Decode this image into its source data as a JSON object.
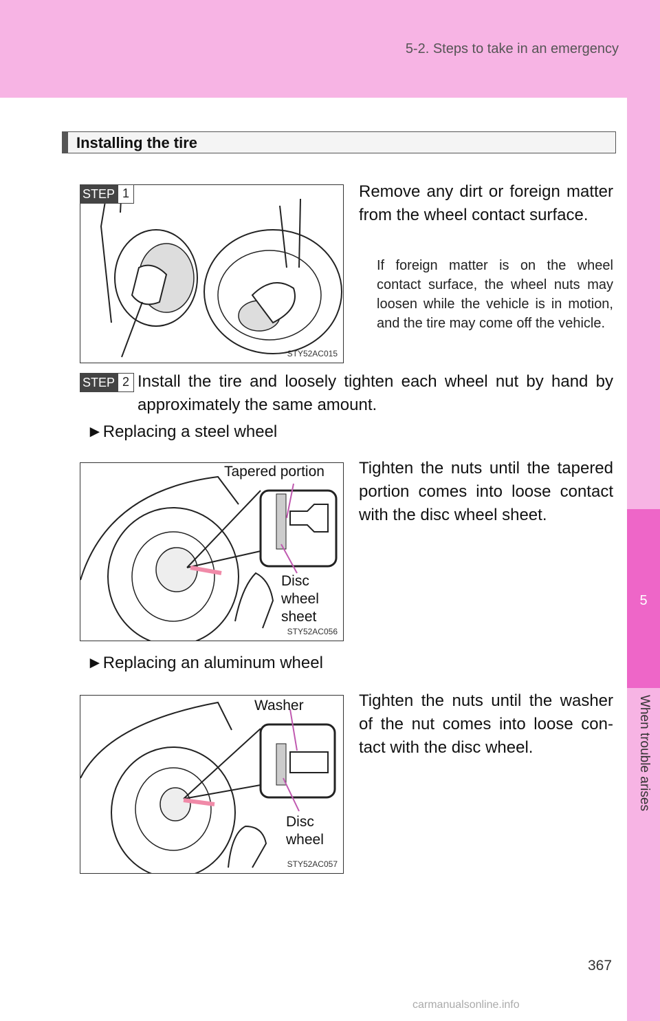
{
  "header": {
    "breadcrumb": "5-2. Steps to take in an emergency"
  },
  "side_tab": {
    "number": "5",
    "title": "When trouble arises"
  },
  "section": {
    "title": "Installing the tire"
  },
  "step1": {
    "badge_word": "STEP",
    "badge_num": "1",
    "text": "Remove any dirt or foreign mat­ter from the wheel contact sur­face.",
    "note": "If foreign matter is on the wheel contact surface, the wheel nuts may loosen while the vehicle is in motion, and the tire may come off the vehicle.",
    "figure_code": "STY52AC015"
  },
  "step2": {
    "badge_word": "STEP",
    "badge_num": "2",
    "text": "Install the tire and loosely tighten each wheel nut by hand by approximately the same amount."
  },
  "steel": {
    "bullet": "►Replacing a steel wheel",
    "text": "Tighten the nuts until the tapered portion comes into loose contact with the disc wheel sheet.",
    "callout_top": "Tapered portion",
    "callout_bottom": "Disc\nwheel\nsheet",
    "figure_code": "STY52AC056"
  },
  "aluminum": {
    "bullet": "►Replacing an aluminum wheel",
    "text": "Tighten the nuts until the washer of the nut comes into loose con­tact with the disc wheel.",
    "callout_top": "Washer",
    "callout_bottom": "Disc\nwheel",
    "figure_code": "STY52AC057"
  },
  "page_number": "367",
  "footer_url": "carmanualsonline.info"
}
